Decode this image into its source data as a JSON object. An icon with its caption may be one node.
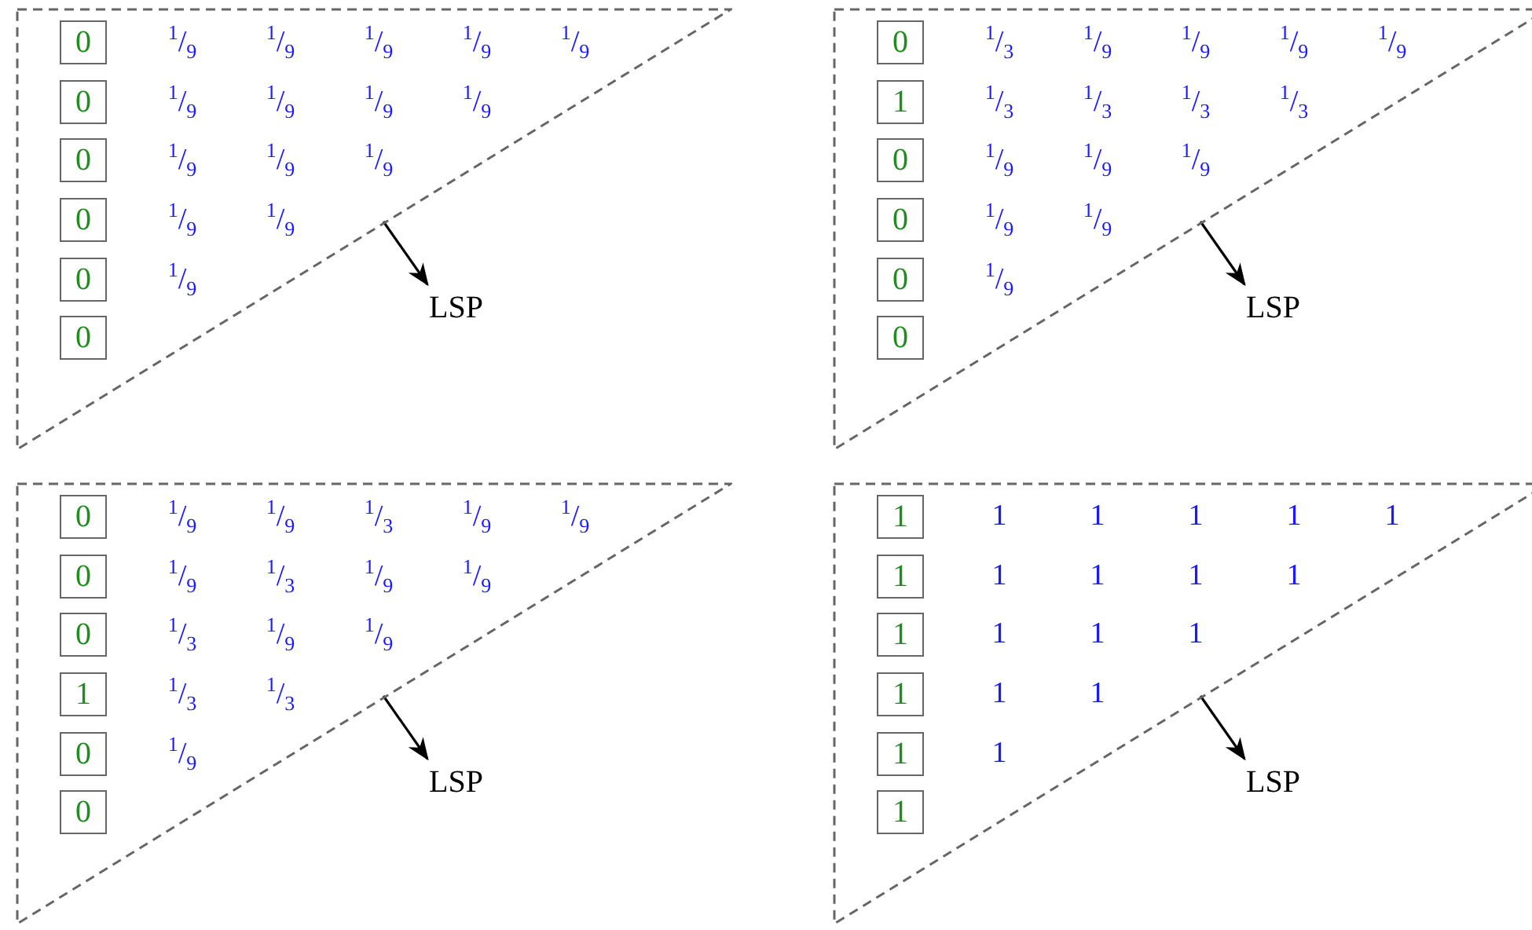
{
  "diagram": {
    "nodes": [
      {
        "text": [],
        "shape": "triangle"
      },
      {
        "text": [
          "0"
        ],
        "in": 0
      },
      {
        "text": [
          "0"
        ],
        "in": 0
      },
      {
        "text": [
          "0"
        ],
        "in": 0
      },
      {
        "text": [
          "0"
        ],
        "in": 0
      },
      {
        "text": [
          "0"
        ],
        "in": 0
      },
      {
        "text": [
          "0"
        ],
        "in": 0
      },
      {
        "text": [
          "LSP"
        ]
      },
      {
        "text": [],
        "shape": "triangle"
      },
      {
        "text": [
          "0"
        ],
        "in": 8
      },
      {
        "text": [
          "1"
        ],
        "in": 8
      },
      {
        "text": [
          "0"
        ],
        "in": 8
      },
      {
        "text": [
          "0"
        ],
        "in": 8
      },
      {
        "text": [
          "0"
        ],
        "in": 8
      },
      {
        "text": [
          "0"
        ],
        "in": 8
      },
      {
        "text": [
          "LSP"
        ]
      },
      {
        "text": [],
        "shape": "triangle"
      },
      {
        "text": [
          "0"
        ],
        "in": 16
      },
      {
        "text": [
          "0"
        ],
        "in": 16
      },
      {
        "text": [
          "0"
        ],
        "in": 16
      },
      {
        "text": [
          "1"
        ],
        "in": 16
      },
      {
        "text": [
          "0"
        ],
        "in": 16
      },
      {
        "text": [
          "0"
        ],
        "in": 16
      },
      {
        "text": [
          "LSP"
        ]
      },
      {
        "text": [],
        "shape": "triangle"
      },
      {
        "text": [
          "1"
        ],
        "in": 24
      },
      {
        "text": [
          "1"
        ],
        "in": 24
      },
      {
        "text": [
          "1"
        ],
        "in": 24
      },
      {
        "text": [
          "1"
        ],
        "in": 24
      },
      {
        "text": [
          "1"
        ],
        "in": 24
      },
      {
        "text": [
          "1"
        ],
        "in": 24
      },
      {
        "text": [
          "LSP"
        ]
      }
    ],
    "edges": [
      {
        "from": 0,
        "to": 7,
        "arrow": "to"
      },
      {
        "from": 8,
        "to": 15,
        "arrow": "to"
      },
      {
        "from": 16,
        "to": 23,
        "arrow": "to"
      },
      {
        "from": 24,
        "to": 31,
        "arrow": "to"
      }
    ],
    "labels": [
      "$^{1}$/$_{9}$",
      "$^{1}$/$_{9}$",
      "$^{1}$/$_{9}$",
      "$^{1}$/$_{9}$",
      "$^{1}$/$_{9}$",
      "$^{1}$/$_{9}$",
      "$^{1}$/$_{9}$",
      "$^{1}$/$_{9}$",
      "$^{1}$/$_{9}$",
      "$^{1}$/$_{9}$",
      "$^{1}$/$_{9}$",
      "$^{1}$/$_{9}$",
      "$^{1}$/$_{9}$",
      "$^{1}$/$_{9}$",
      "$^{1}$/$_{9}$",
      "$^{1}$/$_{3}$",
      "$^{1}$/$_{9}$",
      "$^{1}$/$_{9}$",
      "$^{1}$/$_{9}$",
      "$^{1}$/$_{9}$",
      "$^{1}$/$_{3}$",
      "$^{1}$/$_{3}$",
      "$^{1}$/$_{3}$",
      "$^{1}$/$_{3}$",
      "$^{1}$/$_{9}$",
      "$^{1}$/$_{9}$",
      "$^{1}$/$_{9}$",
      "$^{1}$/$_{9}$",
      "$^{1}$/$_{9}$",
      "$^{1}$/$_{9}$",
      "$^{1}$/$_{9}$",
      "$^{1}$/$_{9}$",
      "$^{1}$/$_{3}$",
      "$^{1}$/$_{9}$",
      "$^{1}$/$_{9}$",
      "$^{1}$/$_{9}$",
      "$^{1}$/$_{3}$",
      "$^{1}$/$_{9}$",
      "$^{1}$/$_{9}$",
      "$^{1}$/$_{3}$",
      "$^{1}$/$_{9}$",
      "$^{1}$/$_{9}$",
      "$^{1}$/$_{3}$",
      "$^{1}$/$_{3}$",
      "$^{1}$/$_{9}$",
      "1",
      "1",
      "1",
      "1",
      "1",
      "1",
      "1",
      "1",
      "1",
      "1",
      "1",
      "1",
      "1",
      "1",
      "1"
    ]
  }
}
